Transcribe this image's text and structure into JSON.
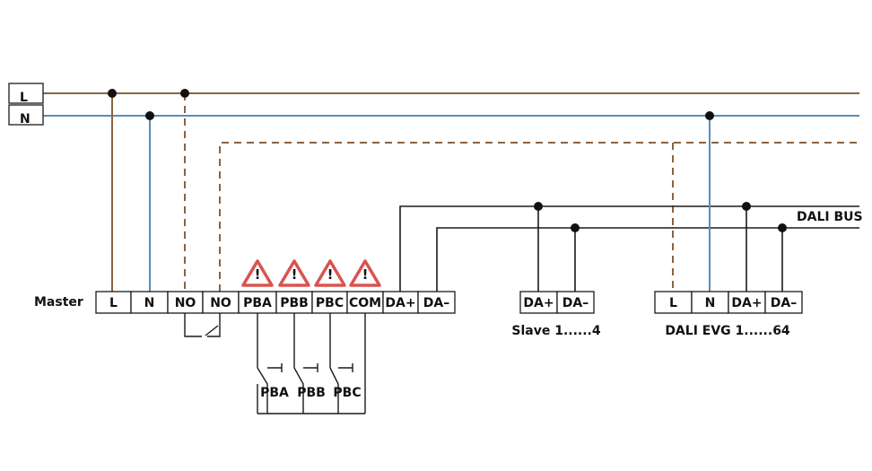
{
  "colors": {
    "line_L": "#8B6340",
    "line_N": "#5B8DB8",
    "dashed": "#8B6340",
    "dali_bus": "#1a1a1a",
    "warning_red": "#D9534F"
  },
  "mains": {
    "L": "L",
    "N": "N"
  },
  "bus_label": "DALI BUS",
  "master": {
    "label": "Master",
    "terminals": [
      "L",
      "N",
      "NO",
      "NO",
      "PBA",
      "PBB",
      "PBC",
      "COM",
      "DA+",
      "DA–"
    ],
    "warning_icons": 4,
    "warning_glyph": "!"
  },
  "pushbuttons": [
    "PBA",
    "PBB",
    "PBC"
  ],
  "slave": {
    "terminals": [
      "DA+",
      "DA–"
    ],
    "label": "Slave 1......4"
  },
  "evg": {
    "terminals": [
      "L",
      "N",
      "DA+",
      "DA–"
    ],
    "label": "DALI EVG 1......64"
  }
}
